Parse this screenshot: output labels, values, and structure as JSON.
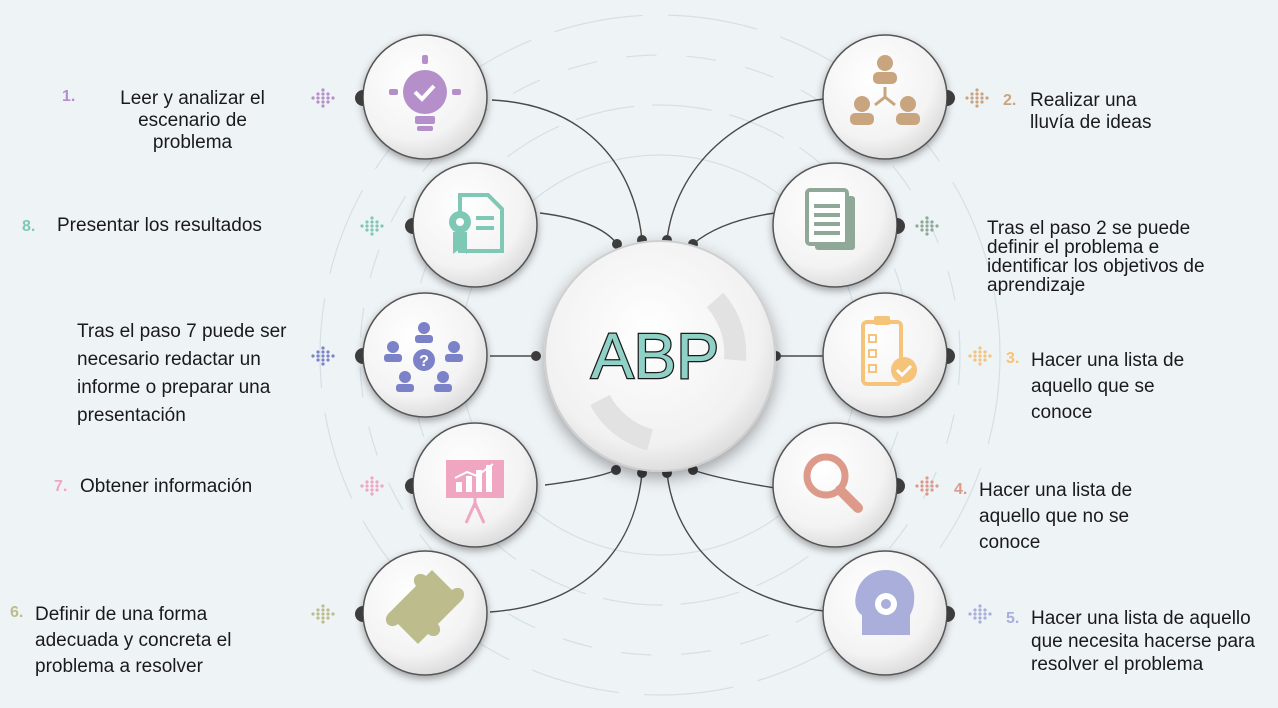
{
  "hub": {
    "label": "ABP"
  },
  "colors": {
    "step1": "#b58fc9",
    "step2": "#c9a57f",
    "step3": "#f5c47a",
    "step4": "#dd9a8b",
    "step5": "#a9aedb",
    "step6": "#bcbc8c",
    "step7": "#f0a6c1",
    "step8": "#7fc8b5",
    "note_left": "#7b82c8",
    "note_right": "#8fa898",
    "hub_text": "#8fd1c6"
  },
  "nodes": [
    {
      "id": "step-1",
      "number": "1.",
      "text": "Leer y analizar el escenario de problema",
      "icon": "lightbulb-icon",
      "color": "step1"
    },
    {
      "id": "step-2",
      "number": "2.",
      "text": "Realizar una lluvía de ideas",
      "icon": "team-hierarchy-icon",
      "color": "step2"
    },
    {
      "id": "note-after-2",
      "number": "",
      "text": "Tras el paso 2 se puede definir el problema e identificar los objetivos de aprendizaje",
      "icon": "documents-icon",
      "color": "note_right"
    },
    {
      "id": "step-3",
      "number": "3.",
      "text": "Hacer una lista de aquello que se conoce",
      "icon": "checklist-clipboard-icon",
      "color": "step3"
    },
    {
      "id": "step-4",
      "number": "4.",
      "text": "Hacer una lista de aquello que no se conoce",
      "icon": "magnifier-icon",
      "color": "step4"
    },
    {
      "id": "step-5",
      "number": "5.",
      "text": "Hacer una lista de aquello que necesita hacerse para resolver el problema",
      "icon": "head-gear-icon",
      "color": "step5"
    },
    {
      "id": "step-6",
      "number": "6.",
      "text": "Definir de una forma adecuada y concreta el problema a resolver",
      "icon": "puzzle-piece-icon",
      "color": "step6"
    },
    {
      "id": "step-7",
      "number": "7.",
      "text": "Obtener información",
      "icon": "presentation-chart-icon",
      "color": "step7"
    },
    {
      "id": "note-after-7",
      "number": "",
      "text": "Tras el paso 7 puede ser necesario redactar un informe o preparar una presentación",
      "icon": "question-network-icon",
      "color": "note_left"
    },
    {
      "id": "step-8",
      "number": "8.",
      "text": "Presentar los resultados",
      "icon": "certificate-document-icon",
      "color": "step8"
    }
  ]
}
